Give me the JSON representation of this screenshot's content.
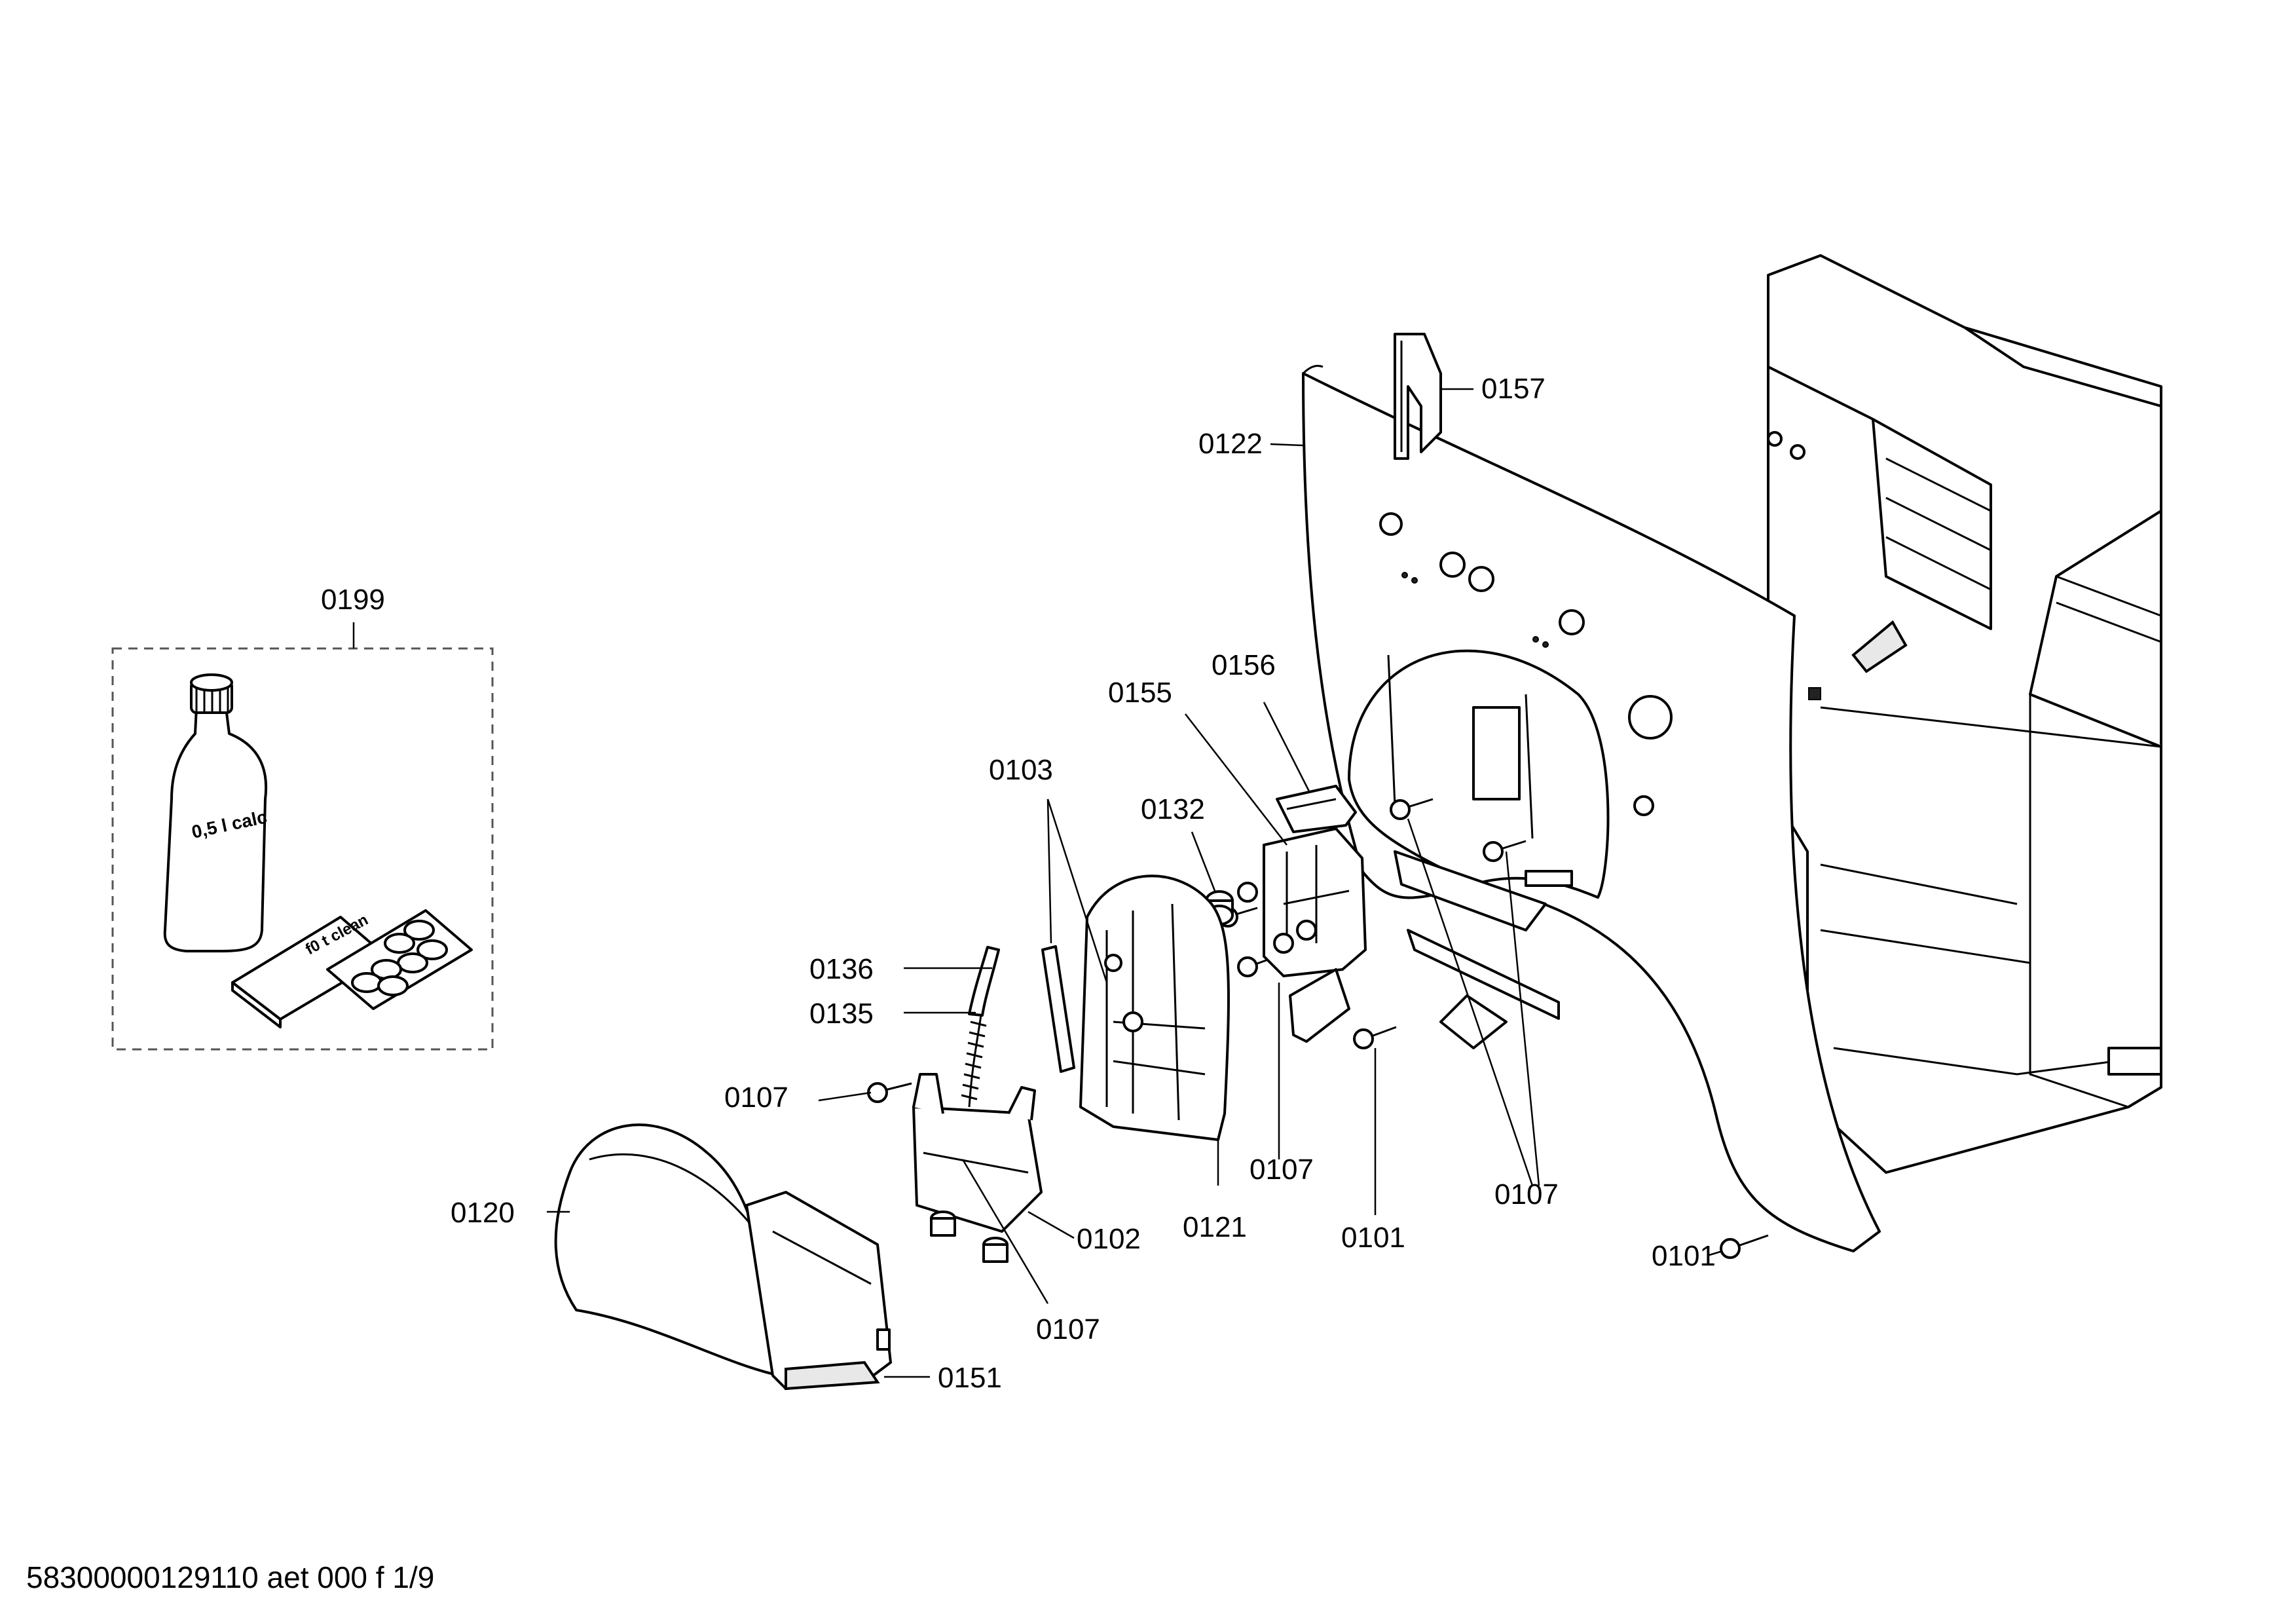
{
  "labels": {
    "p0199": "0199",
    "p0157": "0157",
    "p0122": "0122",
    "p0156": "0156",
    "p0155": "0155",
    "p0103": "0103",
    "p0132": "0132",
    "p0136": "0136",
    "p0135": "0135",
    "p0107_a": "0107",
    "p0107_b": "0107",
    "p0107_c": "0107",
    "p0107_d": "0107",
    "p0120": "0120",
    "p0102": "0102",
    "p0121": "0121",
    "p0101_a": "0101",
    "p0101_b": "0101",
    "p0151": "0151"
  },
  "product_text": {
    "bottle": "0,5 l calc",
    "tablets": "f0 t clean"
  },
  "footer": "58300000129110 aet 000 f 1/9"
}
